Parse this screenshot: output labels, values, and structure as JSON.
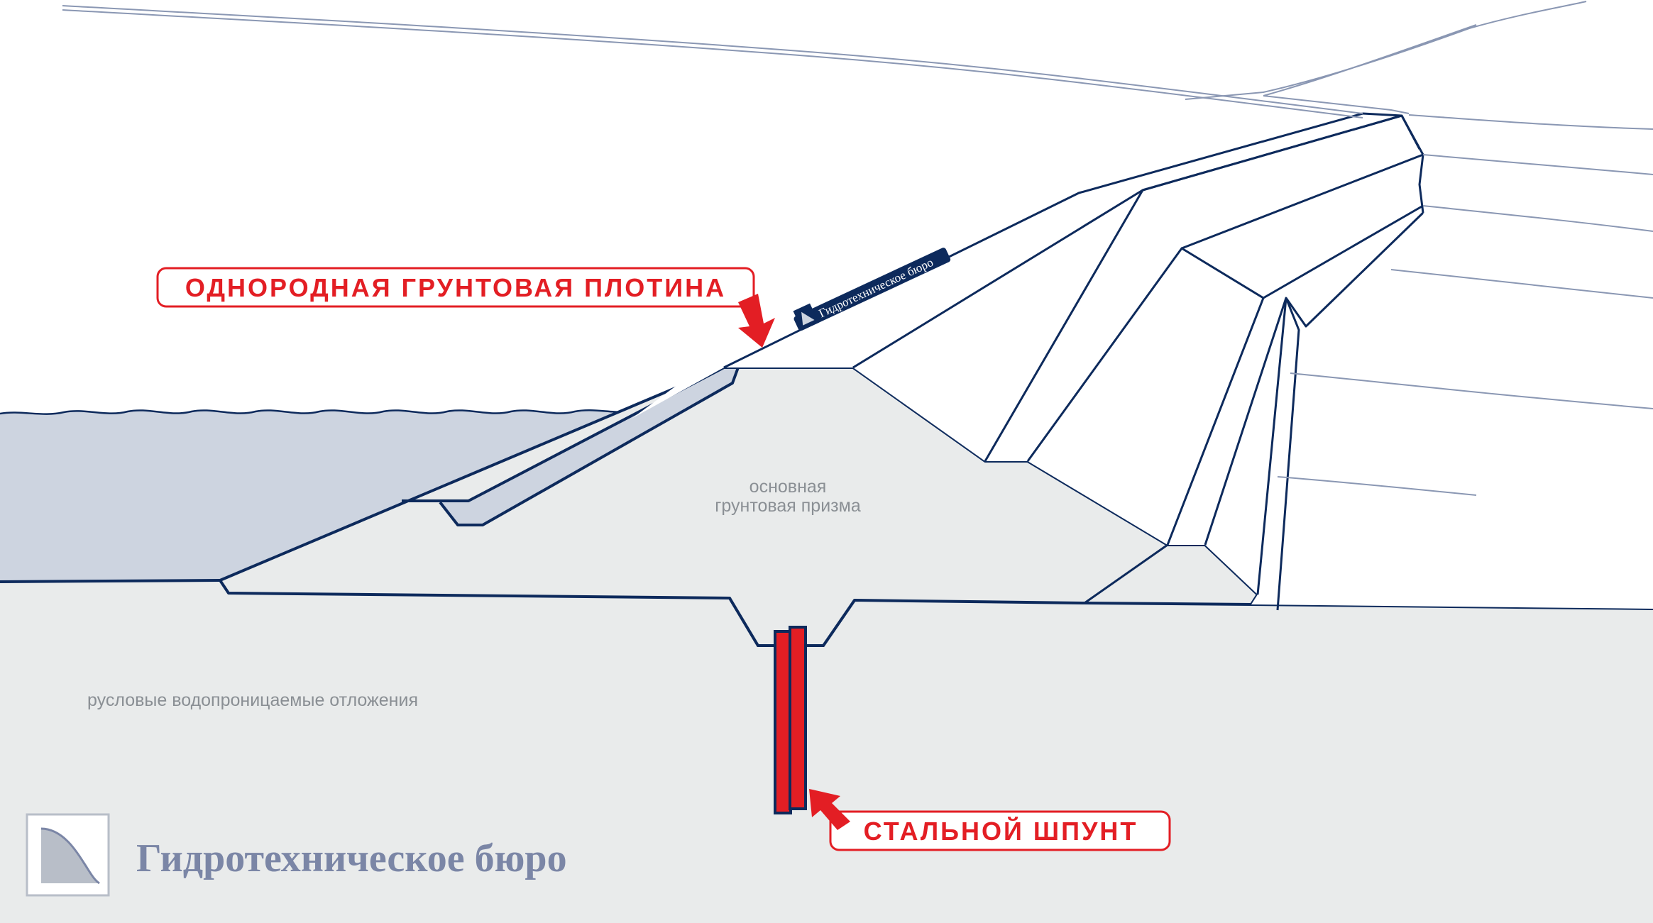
{
  "labels": {
    "dam_title": "ОДНОРОДНАЯ  ГРУНТОВАЯ  ПЛОТИНА",
    "sheet_pile": "СТАЛЬНОЙ ШПУНТ",
    "core_line1": "основная",
    "core_line2": "грунтовая призма",
    "foundation": "русловые водопроницаемые отложения",
    "crest_sign": "Гидротехническое бюро"
  },
  "logo": {
    "text": "Гидротехническое бюро",
    "icon": "bureau-logo-icon"
  },
  "colors": {
    "outline": "#0d2a5c",
    "water": "#cdd4e0",
    "ground": "#e9ebeb",
    "accent_red": "#e31e24",
    "label_gray": "#8a8f94",
    "logo_blue": "#7b86a6",
    "sky_lines": "#8a97b3"
  }
}
